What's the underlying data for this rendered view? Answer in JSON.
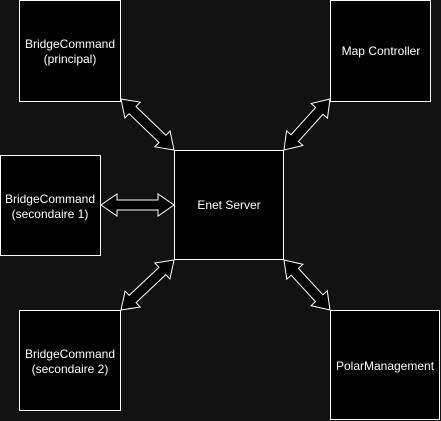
{
  "colors": {
    "background": "#121212",
    "node_fill": "#000000",
    "stroke": "#ffffff",
    "text": "#ffffff"
  },
  "nodes": {
    "principal": {
      "line1": "BridgeCommand",
      "line2": "(principal)"
    },
    "map_controller": {
      "line1": "Map Controller"
    },
    "secondaire1": {
      "line1": "BridgeCommand",
      "line2": "(secondaire 1)"
    },
    "enet_server": {
      "line1": "Enet Server"
    },
    "secondaire2": {
      "line1": "BridgeCommand",
      "line2": "(secondaire 2)"
    },
    "polar_management": {
      "line1": "PolarManagement"
    }
  },
  "connections": [
    {
      "from": "principal",
      "to": "enet_server",
      "type": "bidirectional"
    },
    {
      "from": "map_controller",
      "to": "enet_server",
      "type": "bidirectional"
    },
    {
      "from": "secondaire1",
      "to": "enet_server",
      "type": "bidirectional"
    },
    {
      "from": "secondaire2",
      "to": "enet_server",
      "type": "bidirectional"
    },
    {
      "from": "polar_management",
      "to": "enet_server",
      "type": "bidirectional"
    }
  ]
}
